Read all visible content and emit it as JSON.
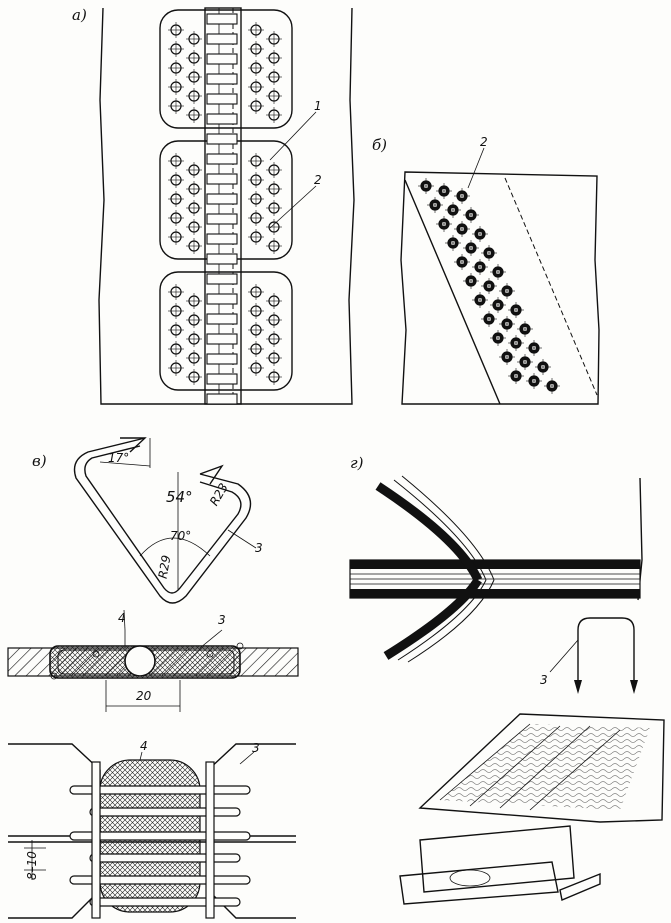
{
  "panels": {
    "a": {
      "label": "а)",
      "callouts": [
        "1",
        "2"
      ]
    },
    "b": {
      "label": "б)",
      "callouts": [
        "2"
      ]
    },
    "v": {
      "label": "в)",
      "angles": [
        "17°",
        "54°",
        "70°"
      ],
      "radii": [
        "R23",
        "R29"
      ],
      "callouts": [
        "3",
        "4",
        "3",
        "4",
        "3"
      ],
      "dimensions": [
        "20",
        "8–10"
      ]
    },
    "g": {
      "label": "г)",
      "callouts": [
        "3"
      ]
    }
  }
}
